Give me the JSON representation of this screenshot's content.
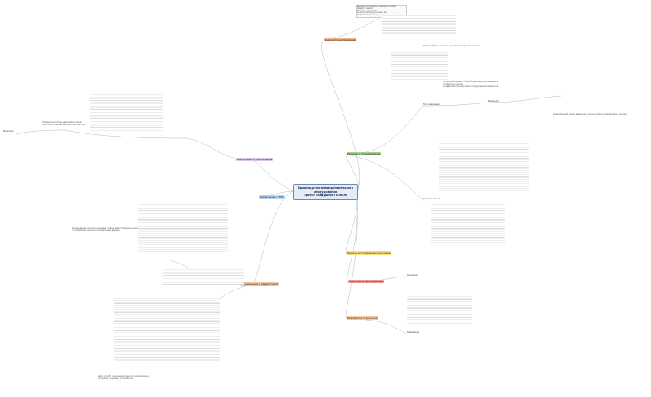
{
  "central": {
    "line1": "Производство полипропиленового оборудования",
    "line2": "Проект воздушного канала"
  },
  "branches": [
    {
      "id": "b1",
      "label": "Задача проектирования",
      "color": "#f3b285"
    },
    {
      "id": "b2",
      "label": "Расчеты и спецификация",
      "color": "#a9d18e"
    },
    {
      "id": "b3",
      "label": "Оценка изготовления и монтажа",
      "color": "#f7e27a"
    },
    {
      "id": "b4",
      "label": "Контроль и сертификация",
      "color": "#ee9a93"
    },
    {
      "id": "b5",
      "label": "Разработка технологии",
      "color": "#f5c99a"
    },
    {
      "id": "b6",
      "label": "Заключение и ТЭО",
      "color": "#bcd5ee"
    },
    {
      "id": "b7",
      "label": "Обоснование и предпосылки",
      "color": "#f2c6a0"
    },
    {
      "id": "b8",
      "label": "Вентиляция и обеспечение",
      "color": "#d9c5e8"
    }
  ],
  "nodes": {
    "top_block": "Вариант исполнения воздушного канала\nДиаметр канала\nРасход воздуха, м3/ч\nСкорость воздуха в канале, м/с\nСопротивление трения",
    "right_top": "Метод подбора сечения по допустимой скорости в каналах",
    "right_mid_block": "Полипропиленовые трубы обладают высокой химической стойкостью и малым\nкоэффициентом шероховатости внутренней поверхности",
    "right_far": "Сравнительный анализ вариантов с учетом стоимости материалов и монтажа",
    "left_far": "Экономия",
    "left_mid_block": "Определение потерь давления на трение\nи местные сопротивления для участков сети",
    "left_lower_block": "Рекомендуемые скорости движения воздуха в магистральных каналах\nи ответвлениях приняты по нормативным данным",
    "bottom_block": "Выбор способа соединения элементов канала: сварка\nраструбная, стыковая, экструзионная",
    "small_a": "Тип соединения",
    "small_b": "Толщина стенки",
    "small_c": "Сортамент",
    "small_d": "Требования",
    "small_e": "Результат"
  }
}
